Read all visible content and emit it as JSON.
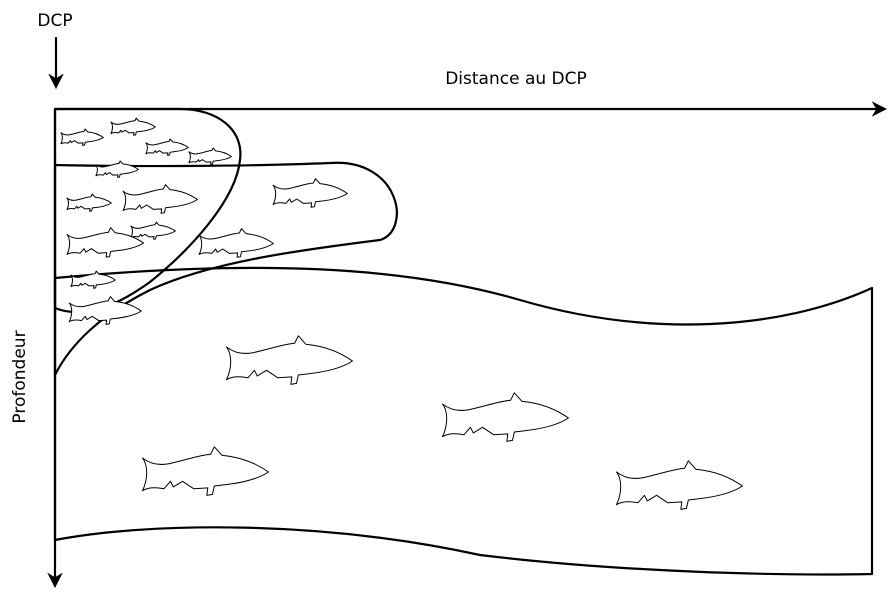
{
  "labels": {
    "fad": "DCP",
    "x_axis": "Distance au DCP",
    "y_axis": "Profondeur"
  },
  "colors": {
    "line": "#000000",
    "background": "#ffffff",
    "fish_fill": "#ffffff"
  },
  "icons": {
    "fish": "fish-icon"
  }
}
